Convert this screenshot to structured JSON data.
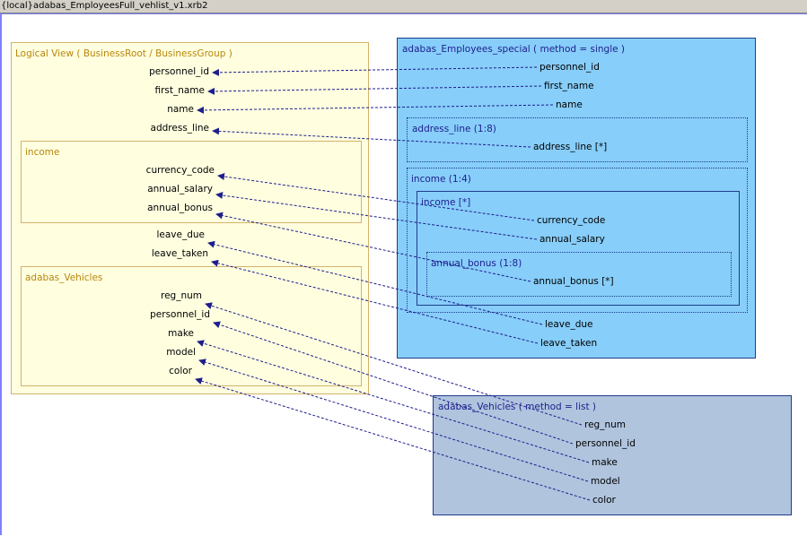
{
  "window": {
    "title": "{local}adabas_EmployeesFull_vehlist_v1.xrb2"
  },
  "logical_view": {
    "title": "Logical View   ( BusinessRoot / BusinessGroup )",
    "fields": [
      "personnel_id",
      "first_name",
      "name",
      "address_line"
    ],
    "income": {
      "title": "income",
      "fields": [
        "currency_code",
        "annual_salary",
        "annual_bonus"
      ]
    },
    "fields_after_income": [
      "leave_due",
      "leave_taken"
    ],
    "vehicles": {
      "title": "adabas_Vehicles",
      "fields": [
        "reg_num",
        "personnel_id",
        "make",
        "model",
        "color"
      ]
    }
  },
  "employees_special": {
    "title": "adabas_Employees_special   ( method = single )",
    "fields": [
      "personnel_id",
      "first_name",
      "name"
    ],
    "address_group": {
      "title": "address_line (1:8)",
      "field": "address_line [*]"
    },
    "income_group": {
      "title": "income (1:4)",
      "inner_title": "income [*]",
      "fields": [
        "currency_code",
        "annual_salary"
      ],
      "bonus_group": {
        "title": "annual_bonus (1:8)",
        "field": "annual_bonus [*]"
      }
    },
    "fields_after": [
      "leave_due",
      "leave_taken"
    ]
  },
  "vehicles_list": {
    "title": "adabas_Vehicles   ( method = list )",
    "fields": [
      "reg_num",
      "personnel_id",
      "make",
      "model",
      "color"
    ]
  },
  "colors": {
    "logical_bg": "#ffffe0",
    "logical_border": "#d4b26a",
    "source_bg": "#87cefa",
    "list_bg": "#b0c4de",
    "link": "#1e1e8c"
  }
}
